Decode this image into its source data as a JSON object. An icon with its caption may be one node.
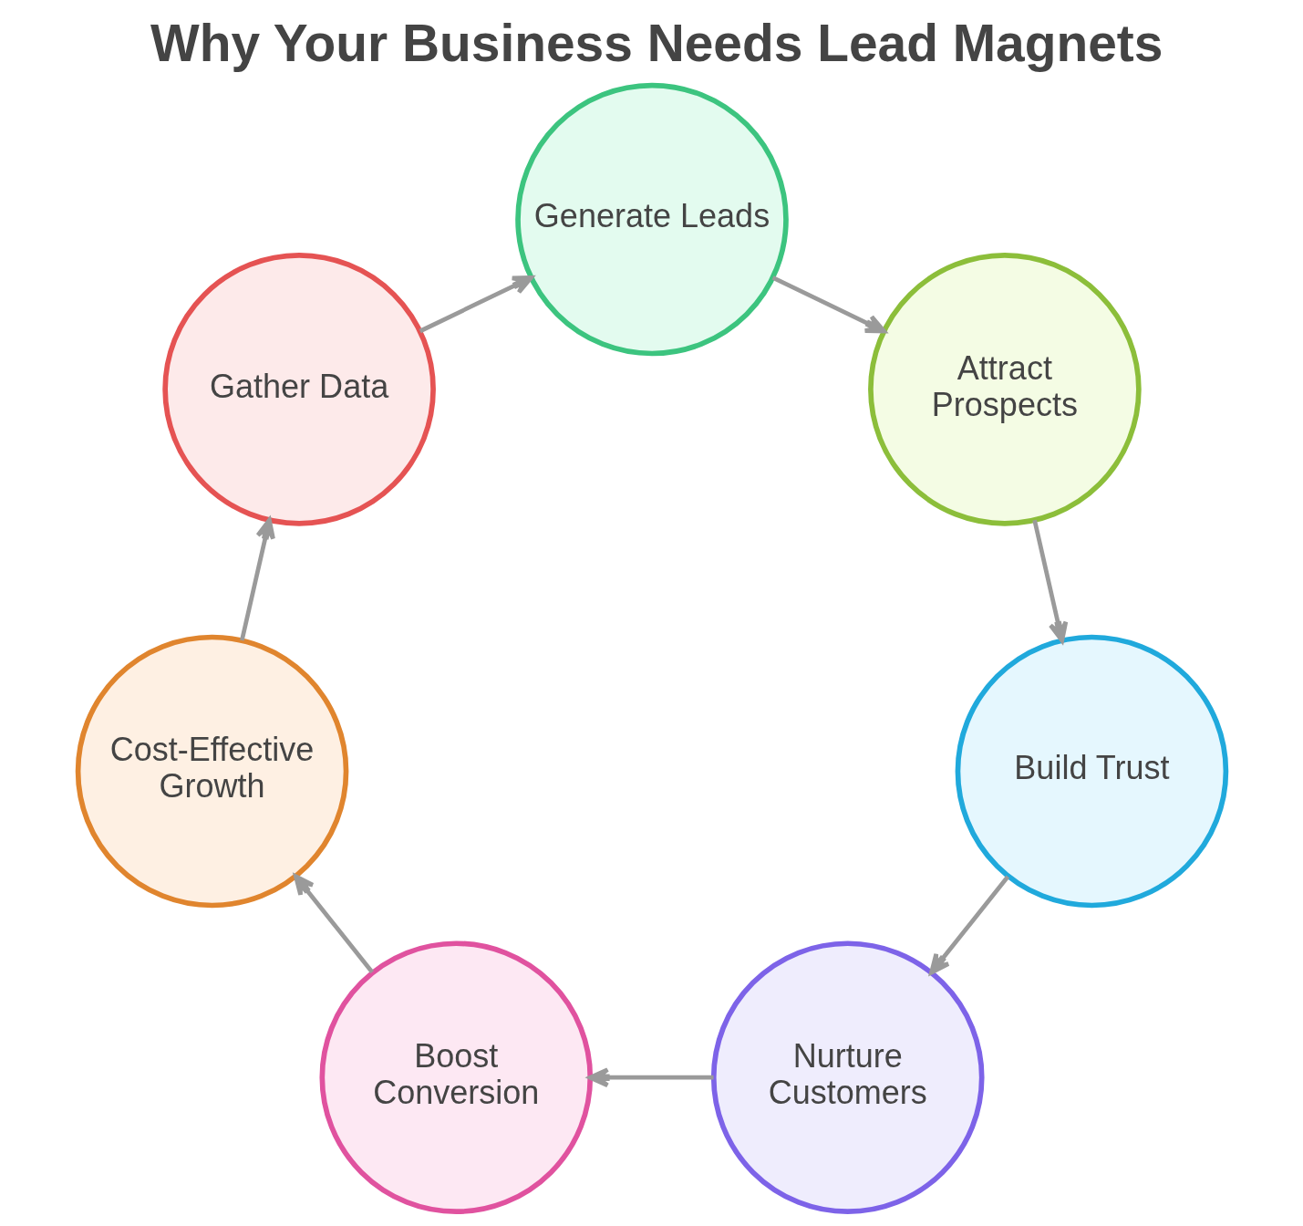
{
  "diagram": {
    "title": "Why Your Business Needs Lead Magnets",
    "nodes": [
      {
        "text": [
          "Generate Leads"
        ]
      },
      {
        "text": [
          "Attract Prospects"
        ]
      },
      {
        "text": [
          "Build Trust"
        ]
      },
      {
        "text": [
          "Nurture Customers"
        ]
      },
      {
        "text": [
          "Boost Conversion"
        ]
      },
      {
        "text": [
          "Cost-Effective Growth"
        ]
      },
      {
        "text": [
          "Gather Data"
        ]
      }
    ],
    "edges": [
      {
        "from": 0,
        "to": 1,
        "arrow": "to"
      },
      {
        "from": 1,
        "to": 2,
        "arrow": "to"
      },
      {
        "from": 2,
        "to": 3,
        "arrow": "to"
      },
      {
        "from": 3,
        "to": 4,
        "arrow": "to"
      },
      {
        "from": 4,
        "to": 5,
        "arrow": "to"
      },
      {
        "from": 5,
        "to": 6,
        "arrow": "to"
      },
      {
        "from": 6,
        "to": 0,
        "arrow": "to"
      }
    ]
  }
}
